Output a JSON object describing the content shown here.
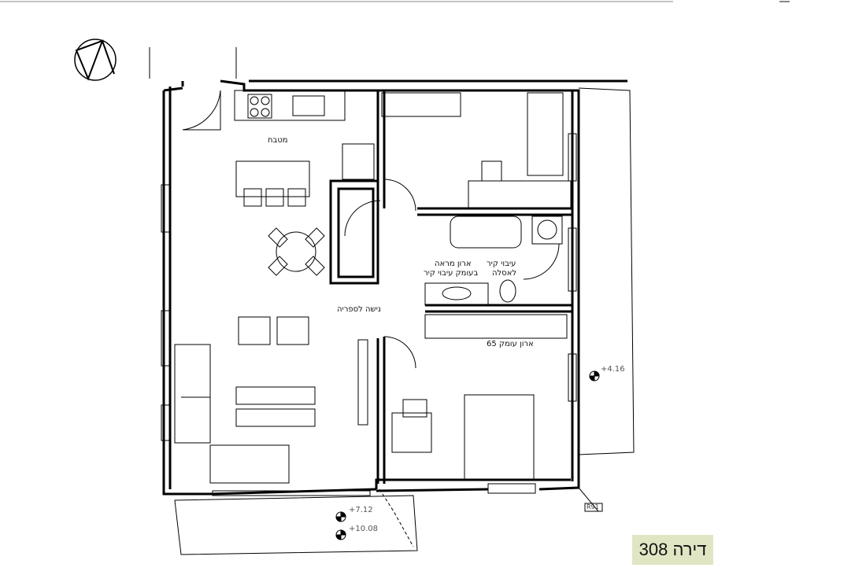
{
  "plan": {
    "apartment_label": "דירה 308",
    "accent_color": "#e0e6c4",
    "rooms": {
      "kitchen": "מטבח",
      "library_niche": "נישה לספריה",
      "wardrobe_depth": "ארון עומק 65",
      "mirror_cabinet_line1": "ארון מראה",
      "mirror_cabinet_line2": "בעומק עיבוי קיר",
      "toilet_wall_line1": "עיבוי קיר",
      "toilet_wall_line2": "לאסלה"
    },
    "levels": [
      "+4.16",
      "+7.12",
      "+10.08"
    ],
    "tag": "R91",
    "icons": [
      "north-arrow-icon",
      "level-marker-icon"
    ]
  }
}
